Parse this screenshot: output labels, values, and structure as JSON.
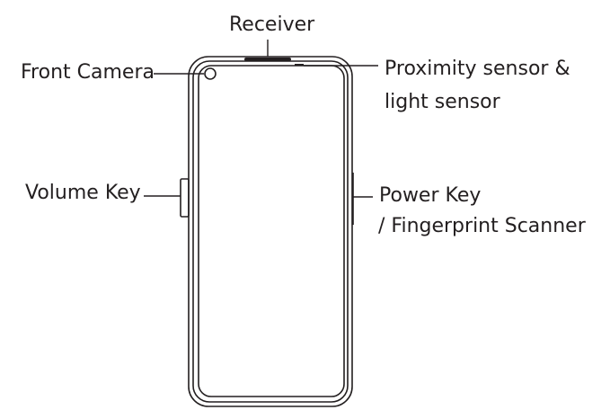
{
  "labels": {
    "receiver": "Receiver",
    "front_camera": "Front Camera",
    "proximity_line1": "Proximity sensor &",
    "proximity_line2": "light sensor",
    "volume_key": "Volume Key",
    "power_line1": "Power Key",
    "power_line2": "/ Fingerprint Scanner"
  },
  "colors": {
    "ink": "#231f20",
    "background": "#ffffff"
  }
}
